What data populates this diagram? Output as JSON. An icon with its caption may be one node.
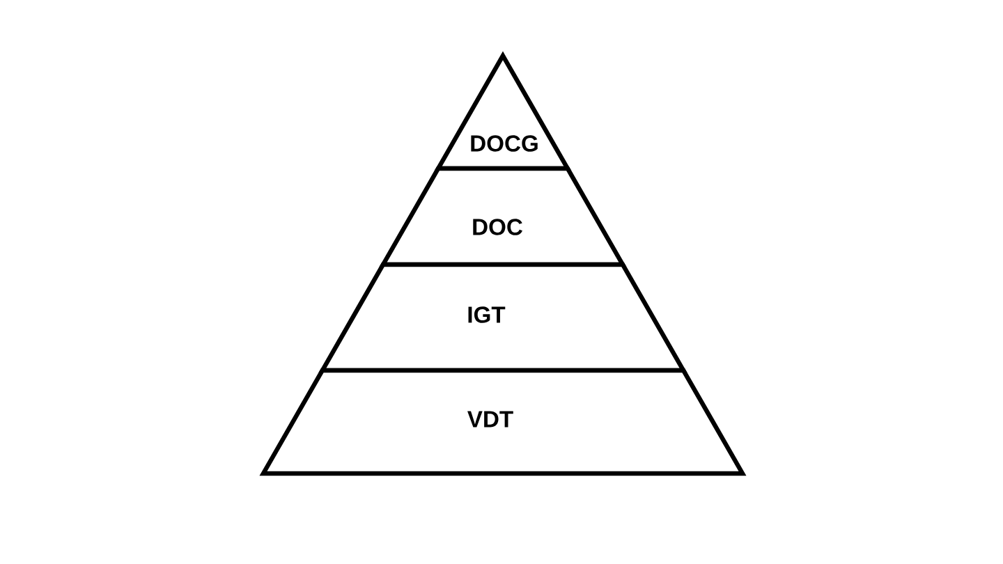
{
  "diagram": {
    "nodes": [
      {
        "text": [
          "DOCG"
        ]
      },
      {
        "text": [
          "DOC"
        ]
      },
      {
        "text": [
          "IGT"
        ]
      },
      {
        "text": [
          "VDT"
        ]
      }
    ]
  }
}
